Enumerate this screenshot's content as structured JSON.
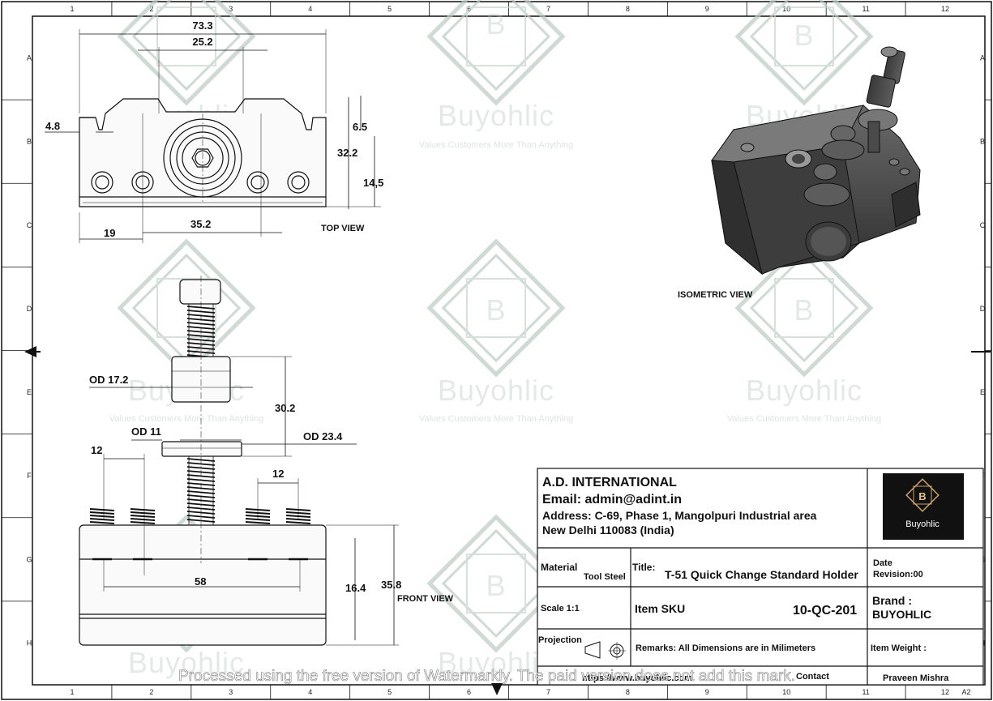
{
  "grid": {
    "columns": [
      "1",
      "2",
      "3",
      "4",
      "5",
      "6",
      "7",
      "8",
      "9",
      "10",
      "11",
      "12"
    ],
    "rows": [
      "A",
      "B",
      "C",
      "D",
      "E",
      "F",
      "G",
      "H"
    ],
    "sheet_size": "A2"
  },
  "watermark": {
    "brand": "Buyohlic",
    "tagline": "Values Customers More Than Anything",
    "logo_letter": "B"
  },
  "views": {
    "top": {
      "label": "TOP VIEW",
      "dims": {
        "overall_width": "73.3",
        "center_width": "25.2",
        "notch": "4.8",
        "slot": "6.5",
        "height": "32.2",
        "depth": "14,5",
        "left_offset": "19",
        "hole_spacing": "35.2"
      }
    },
    "iso": {
      "label": "ISOMETRIC VIEW"
    },
    "front": {
      "label": "FRONT VIEW",
      "dims": {
        "od_nut": "OD  17.2",
        "od_shaft": "OD  11",
        "od_washer": "OD  23.4",
        "nut_height": "30.2",
        "pitch_left": "12",
        "pitch_right": "12",
        "width": "58",
        "inner_height": "16.4",
        "total_height": "35.8"
      }
    }
  },
  "title_block": {
    "company": "A.D. INTERNATIONAL",
    "email": "Email: admin@adint.in",
    "address_line1": "Address: C-69, Phase 1, Mangolpuri Industrial area",
    "address_line2": "New Delhi 110083 (India)",
    "logo_text": "Buyohlic",
    "logo_letter": "B",
    "material_label": "Material",
    "material_value": "Tool Steel",
    "title_label": "Title:",
    "title_value": "T-51 Quick Change Standard Holder",
    "date_label": "Date",
    "revision": "Revision:00",
    "scale": "Scale 1:1",
    "item_sku_label": "Item SKU",
    "item_sku_value": "10-QC-201",
    "brand_label": "Brand :",
    "brand_value": "BUYOHLIC",
    "projection_label": "Projection",
    "remarks": "Remarks: All Dimensions are in Milimeters",
    "item_weight": "Item Weight :",
    "website": "https://www.buyohlic.com",
    "contact": "Contact",
    "drawn_by": "Praveen Mishra"
  },
  "banner": "Processed using the free version of Watermarkly. The paid version does not add this mark."
}
